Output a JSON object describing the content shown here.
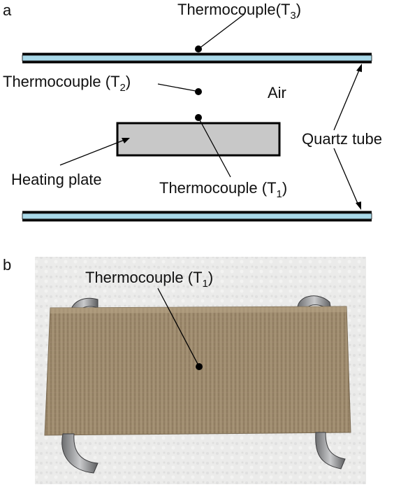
{
  "panel_a": {
    "letter": "a",
    "labels": {
      "t3": {
        "main": "Thermocouple(T",
        "sub": "3",
        "close": ")"
      },
      "t2": {
        "main": "Thermocouple (T",
        "sub": "2",
        "close": ")"
      },
      "t1": {
        "main": "Thermocouple (T",
        "sub": "1",
        "close": ")"
      },
      "air": "Air",
      "quartz_tube": "Quartz tube",
      "heating_plate": "Heating plate"
    }
  },
  "panel_b": {
    "letter": "b",
    "label": {
      "main": "Thermocouple (T",
      "sub": "1",
      "close": ")"
    }
  },
  "colors": {
    "tube_fill": "#a9d9e9",
    "tube_edge": "#000000",
    "plate_fill": "#c8c8c8",
    "sample_fabric": "#9c8a6e",
    "photo_background": "#e9e9e7",
    "metal_clip": "#8e8f91"
  }
}
